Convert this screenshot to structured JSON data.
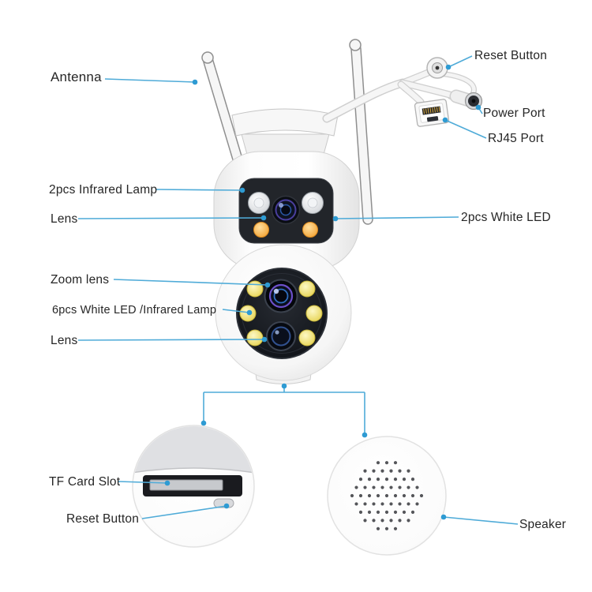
{
  "diagram": {
    "labels": {
      "antenna": "Antenna",
      "reset_button_top": "Reset Button",
      "power_port": "Power Port",
      "rj45_port": "RJ45 Port",
      "infrared_lamp": "2pcs Infrared Lamp",
      "lens_top": "Lens",
      "white_led": "2pcs White LED",
      "zoom_lens": "Zoom lens",
      "six_led": "6pcs White LED /Infrared Lamp",
      "lens_bottom": "Lens",
      "tf_card_slot": "TF Card Slot",
      "reset_button_bottom": "Reset Button",
      "speaker": "Speaker"
    },
    "colors": {
      "leader_line": "#4FABD8",
      "leader_dot": "#2E9BD3",
      "label_text": "#262626",
      "background": "#FFFFFF"
    }
  }
}
